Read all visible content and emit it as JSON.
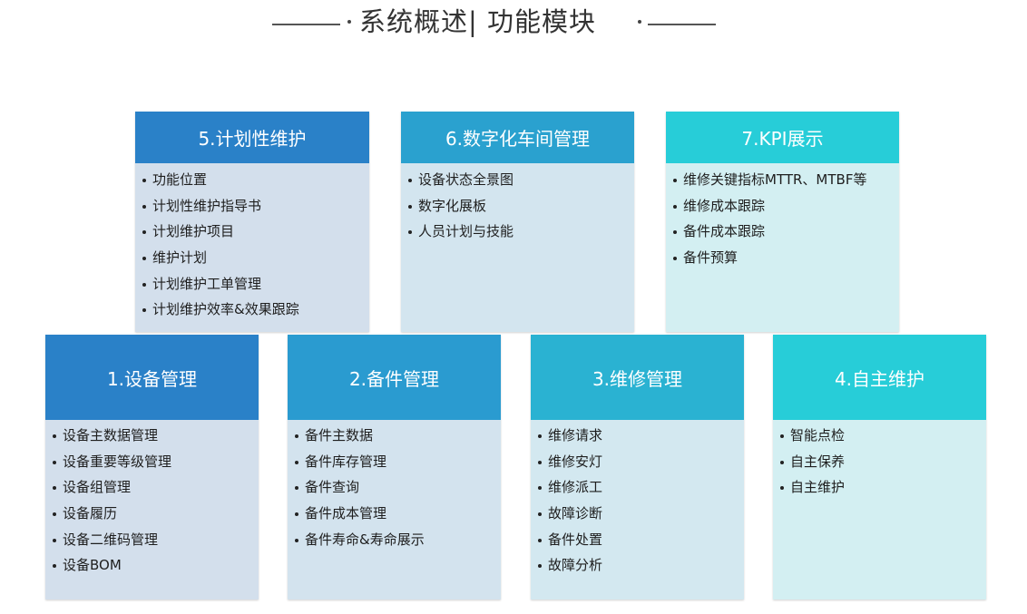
{
  "title": "系统概述| 功能模块",
  "colors": {
    "blue": "#2a81c8",
    "mid_blue": "#2aa1cf",
    "cyan": "#27cdd8",
    "body_blue": "#d3dfec",
    "body_mid": "#d3e5ef",
    "body_cyan": "#d3eff2",
    "divider": "#555555"
  },
  "modules": [
    {
      "header": "5.计划性维护",
      "items": [
        "功能位置",
        "计划性维护指导书",
        "计划维护项目",
        "维护计划",
        "计划维护工单管理",
        "计划维护效率&效果跟踪"
      ]
    },
    {
      "header": "6.数字化车间管理",
      "items": [
        "设备状态全景图",
        "数字化展板",
        "人员计划与技能"
      ]
    },
    {
      "header": "7.KPI展示",
      "items": [
        "维修关键指标MTTR、MTBF等",
        "维修成本跟踪",
        "备件成本跟踪",
        "备件预算"
      ]
    },
    {
      "header": "1.设备管理",
      "items": [
        "设备主数据管理",
        "设备重要等级管理",
        "设备组管理",
        "设备履历",
        "设备二维码管理",
        "设备BOM"
      ]
    },
    {
      "header": "2.备件管理",
      "items": [
        "备件主数据",
        "备件库存管理",
        "备件查询",
        "备件成本管理",
        "备件寿命&寿命展示"
      ]
    },
    {
      "header": "3.维修管理",
      "items": [
        "维修请求",
        "维修安灯",
        "维修派工",
        "故障诊断",
        "备件处置",
        "故障分析"
      ]
    },
    {
      "header": "4.自主维护",
      "items": [
        "智能点检",
        "自主保养",
        "自主维护"
      ]
    }
  ]
}
